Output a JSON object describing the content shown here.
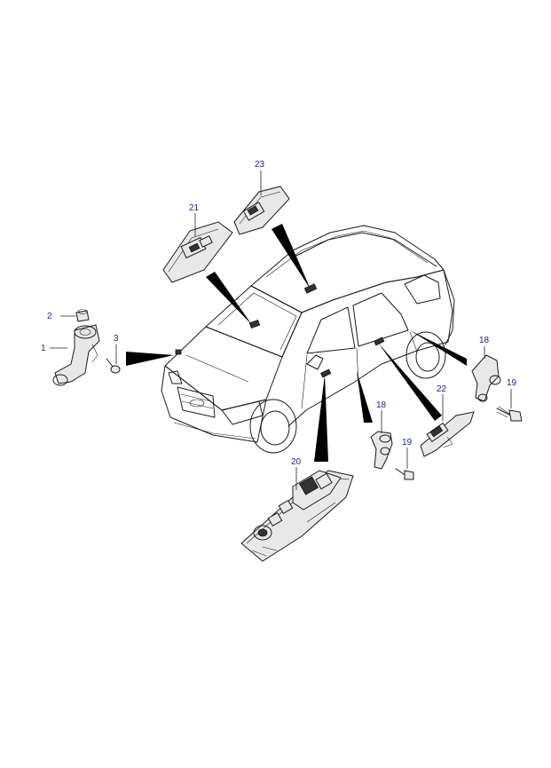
{
  "diagram": {
    "callouts": [
      {
        "id": "c2",
        "label": "2"
      },
      {
        "id": "c1",
        "label": "1"
      },
      {
        "id": "c3",
        "label": "3"
      },
      {
        "id": "c21",
        "label": "21"
      },
      {
        "id": "c23",
        "label": "23"
      },
      {
        "id": "c18a",
        "label": "18"
      },
      {
        "id": "c19a",
        "label": "19"
      },
      {
        "id": "c22",
        "label": "22"
      },
      {
        "id": "c18b",
        "label": "18"
      },
      {
        "id": "c19b",
        "label": "19"
      },
      {
        "id": "c20",
        "label": "20"
      }
    ]
  }
}
